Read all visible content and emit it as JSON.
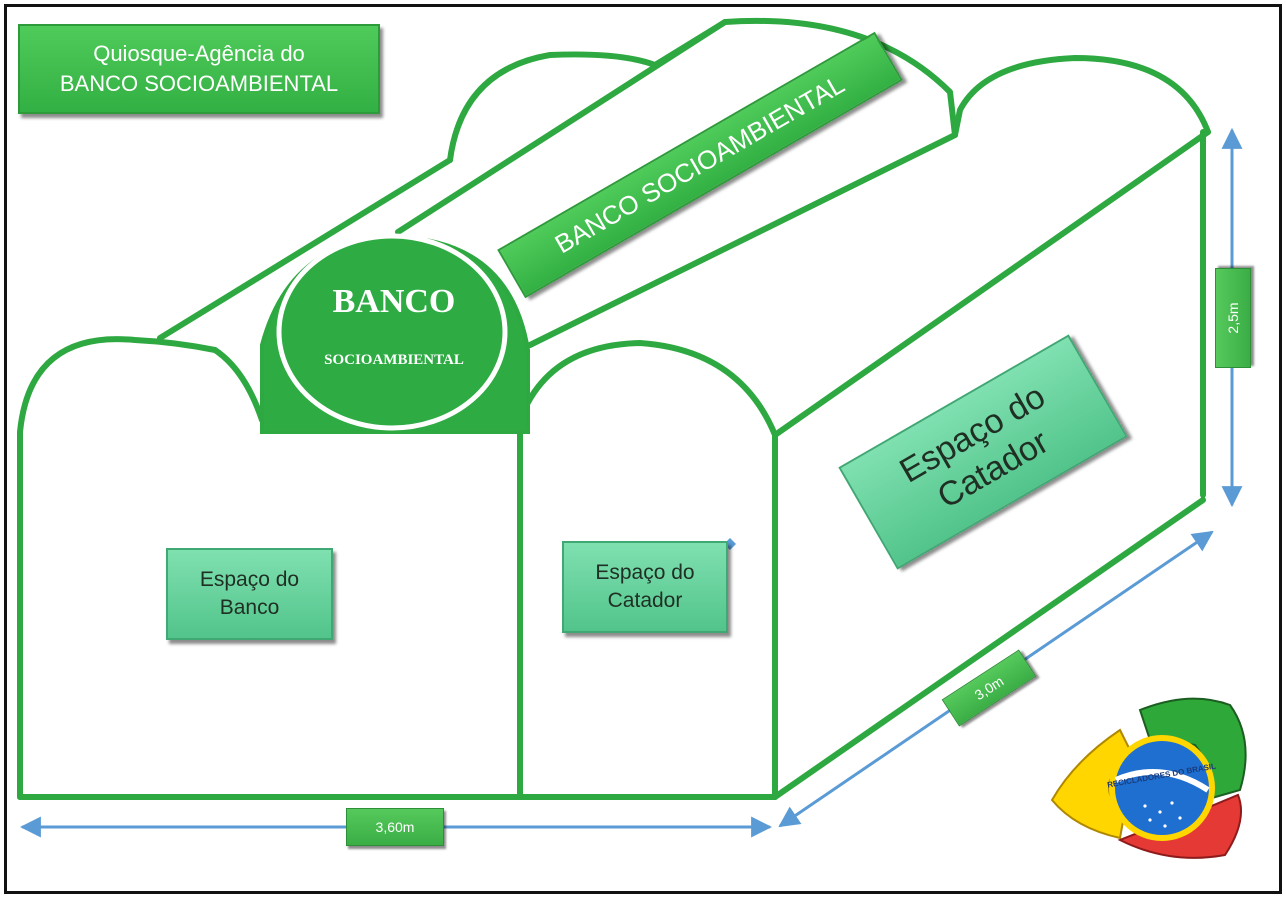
{
  "title": {
    "line1": "Quiosque-Agência do",
    "line2": "BANCO  SOCIOAMBIENTAL"
  },
  "roof_banner": "BANCO SOCIOAMBIENTAL",
  "seal": {
    "line1": "BANCO",
    "line2": "SOCIOAMBIENTAL"
  },
  "rooms": {
    "bank": {
      "line1": "Espaço do",
      "line2": "Banco"
    },
    "catador_front": {
      "line1": "Espaço do",
      "line2": "Catador"
    },
    "catador_side": {
      "line1": "Espaço do",
      "line2": "Catador"
    }
  },
  "dimensions": {
    "width": "3,60m",
    "depth": "3,0m",
    "height": "2,5m"
  },
  "logo": {
    "ring_text": "RECICLADORES DO BRASIL"
  },
  "colors": {
    "outline": "#2ea841",
    "seal_green": "#2eab43",
    "dimension_line": "#5b9bd5",
    "dark_label": "#3dba4c",
    "mint_label": "#66d39e"
  }
}
